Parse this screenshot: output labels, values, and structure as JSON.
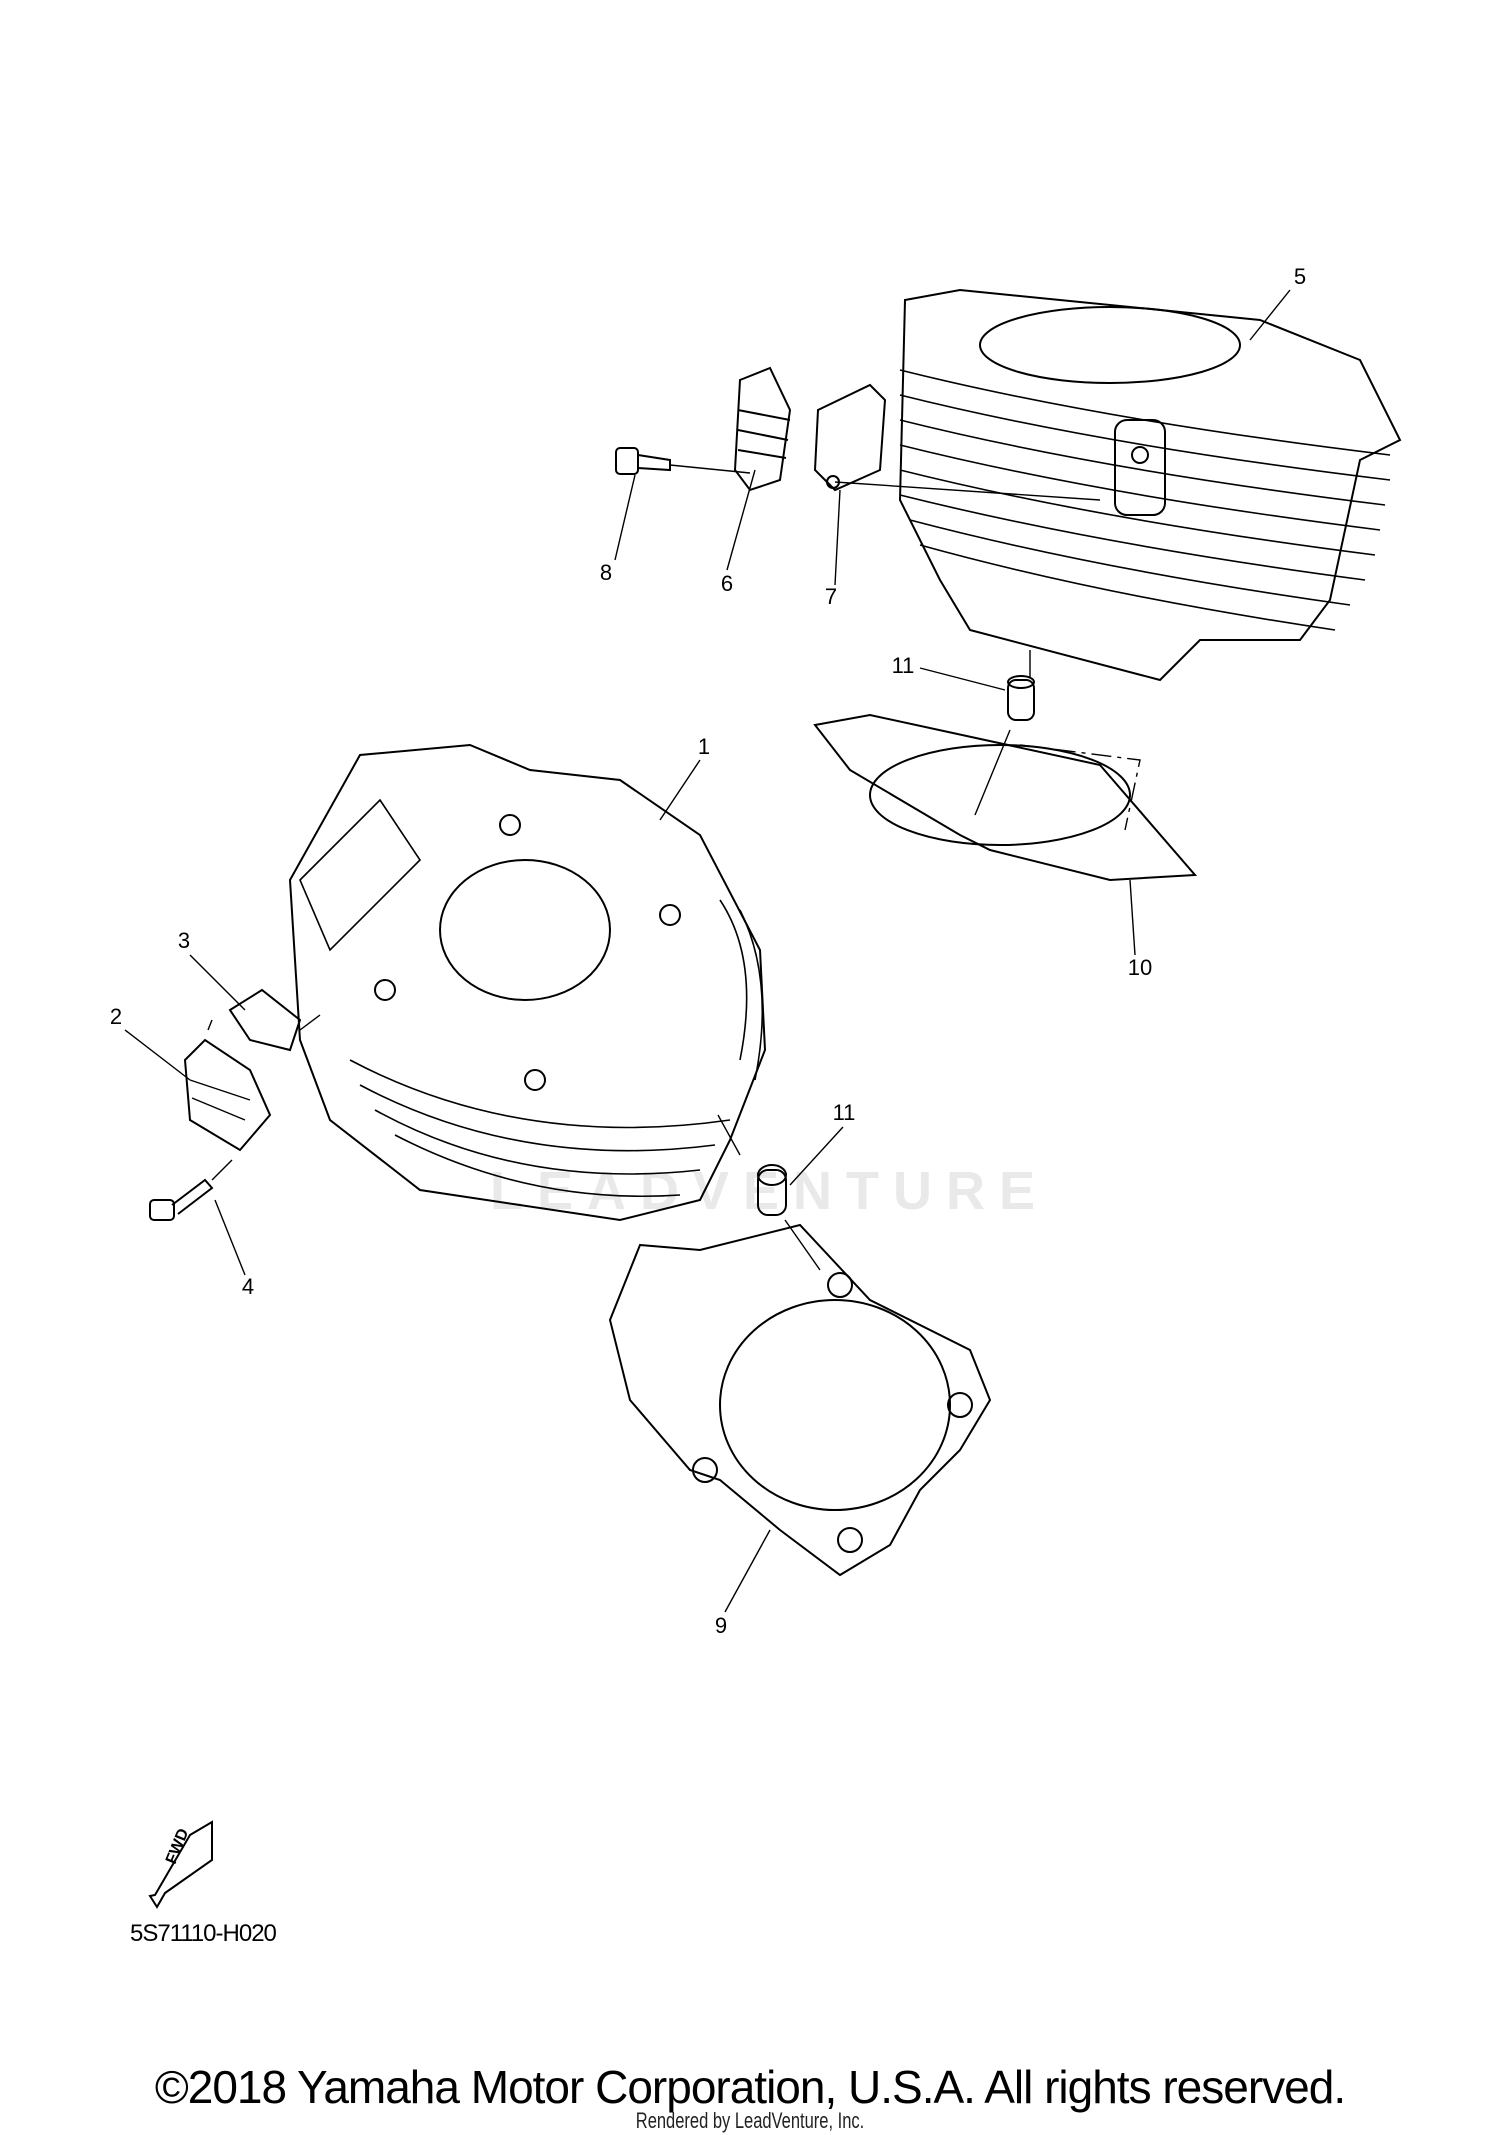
{
  "callouts": {
    "c1": "1",
    "c2": "2",
    "c3": "3",
    "c4": "4",
    "c5": "5",
    "c6": "6",
    "c7": "7",
    "c8": "8",
    "c9": "9",
    "c10": "10",
    "c11a": "11",
    "c11b": "11"
  },
  "fwd_label": "FWD",
  "diagram_code": "5S71110-H020",
  "watermark": "LEADVENTURE",
  "copyright": "©2018 Yamaha Motor Corporation, U.S.A. All rights reserved.",
  "rendered_by": "Rendered by LeadVenture, Inc."
}
